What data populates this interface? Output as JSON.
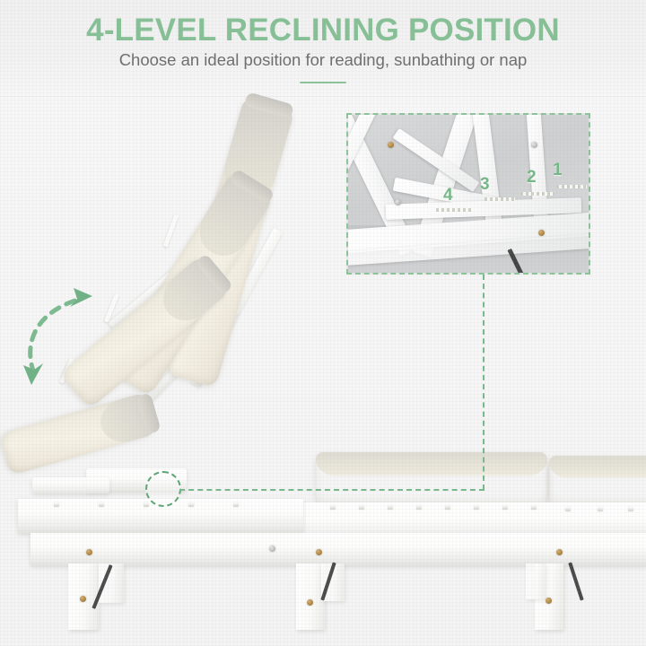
{
  "header": {
    "title": "4-LEVEL RECLINING POSITION",
    "subtitle": "Choose an ideal position for reading, sunbathing or nap",
    "divider": "rule",
    "title_color": "#86c196",
    "subtitle_color": "#6e6e6e"
  },
  "theme": {
    "accent_green": "#8cc49a",
    "accent_green_dark": "#74b887",
    "background": "#f6f6f6",
    "cushion_cream": "#f3efe3",
    "frame_white": "#ffffff"
  },
  "annotations": {
    "recline_arrow": {
      "icon": "curved-double-arrow-icon",
      "meaning": "backrest recline motion",
      "color": "#7cbb90",
      "style": "dashed"
    },
    "pivot_highlight": {
      "icon": "dashed-circle-icon",
      "meaning": "adjustment mechanism location",
      "color": "#5aa573"
    },
    "connector_line": {
      "icon": "dashed-leader-line-icon",
      "meaning": "links mechanism to detail inset",
      "color": "#8cc49a"
    }
  },
  "inset": {
    "label": "reclining mechanism detail",
    "border_style": "dashed",
    "border_color": "#8cc49a",
    "positions": [
      {
        "number": "1",
        "note": "most upright notch"
      },
      {
        "number": "2",
        "note": "second notch"
      },
      {
        "number": "3",
        "note": "third notch"
      },
      {
        "number": "4",
        "note": "flattest notch"
      }
    ]
  },
  "product": {
    "type": "wooden reclining sun lounger",
    "frame_color": "white painted wood",
    "cushion_color": "cream / beige",
    "backrest_levels": 4,
    "backrest_positions": [
      {
        "level": "1",
        "description": "nearly flat"
      },
      {
        "level": "2",
        "description": "low recline"
      },
      {
        "level": "3",
        "description": "medium recline"
      },
      {
        "level": "4",
        "description": "upright sitting"
      }
    ]
  }
}
